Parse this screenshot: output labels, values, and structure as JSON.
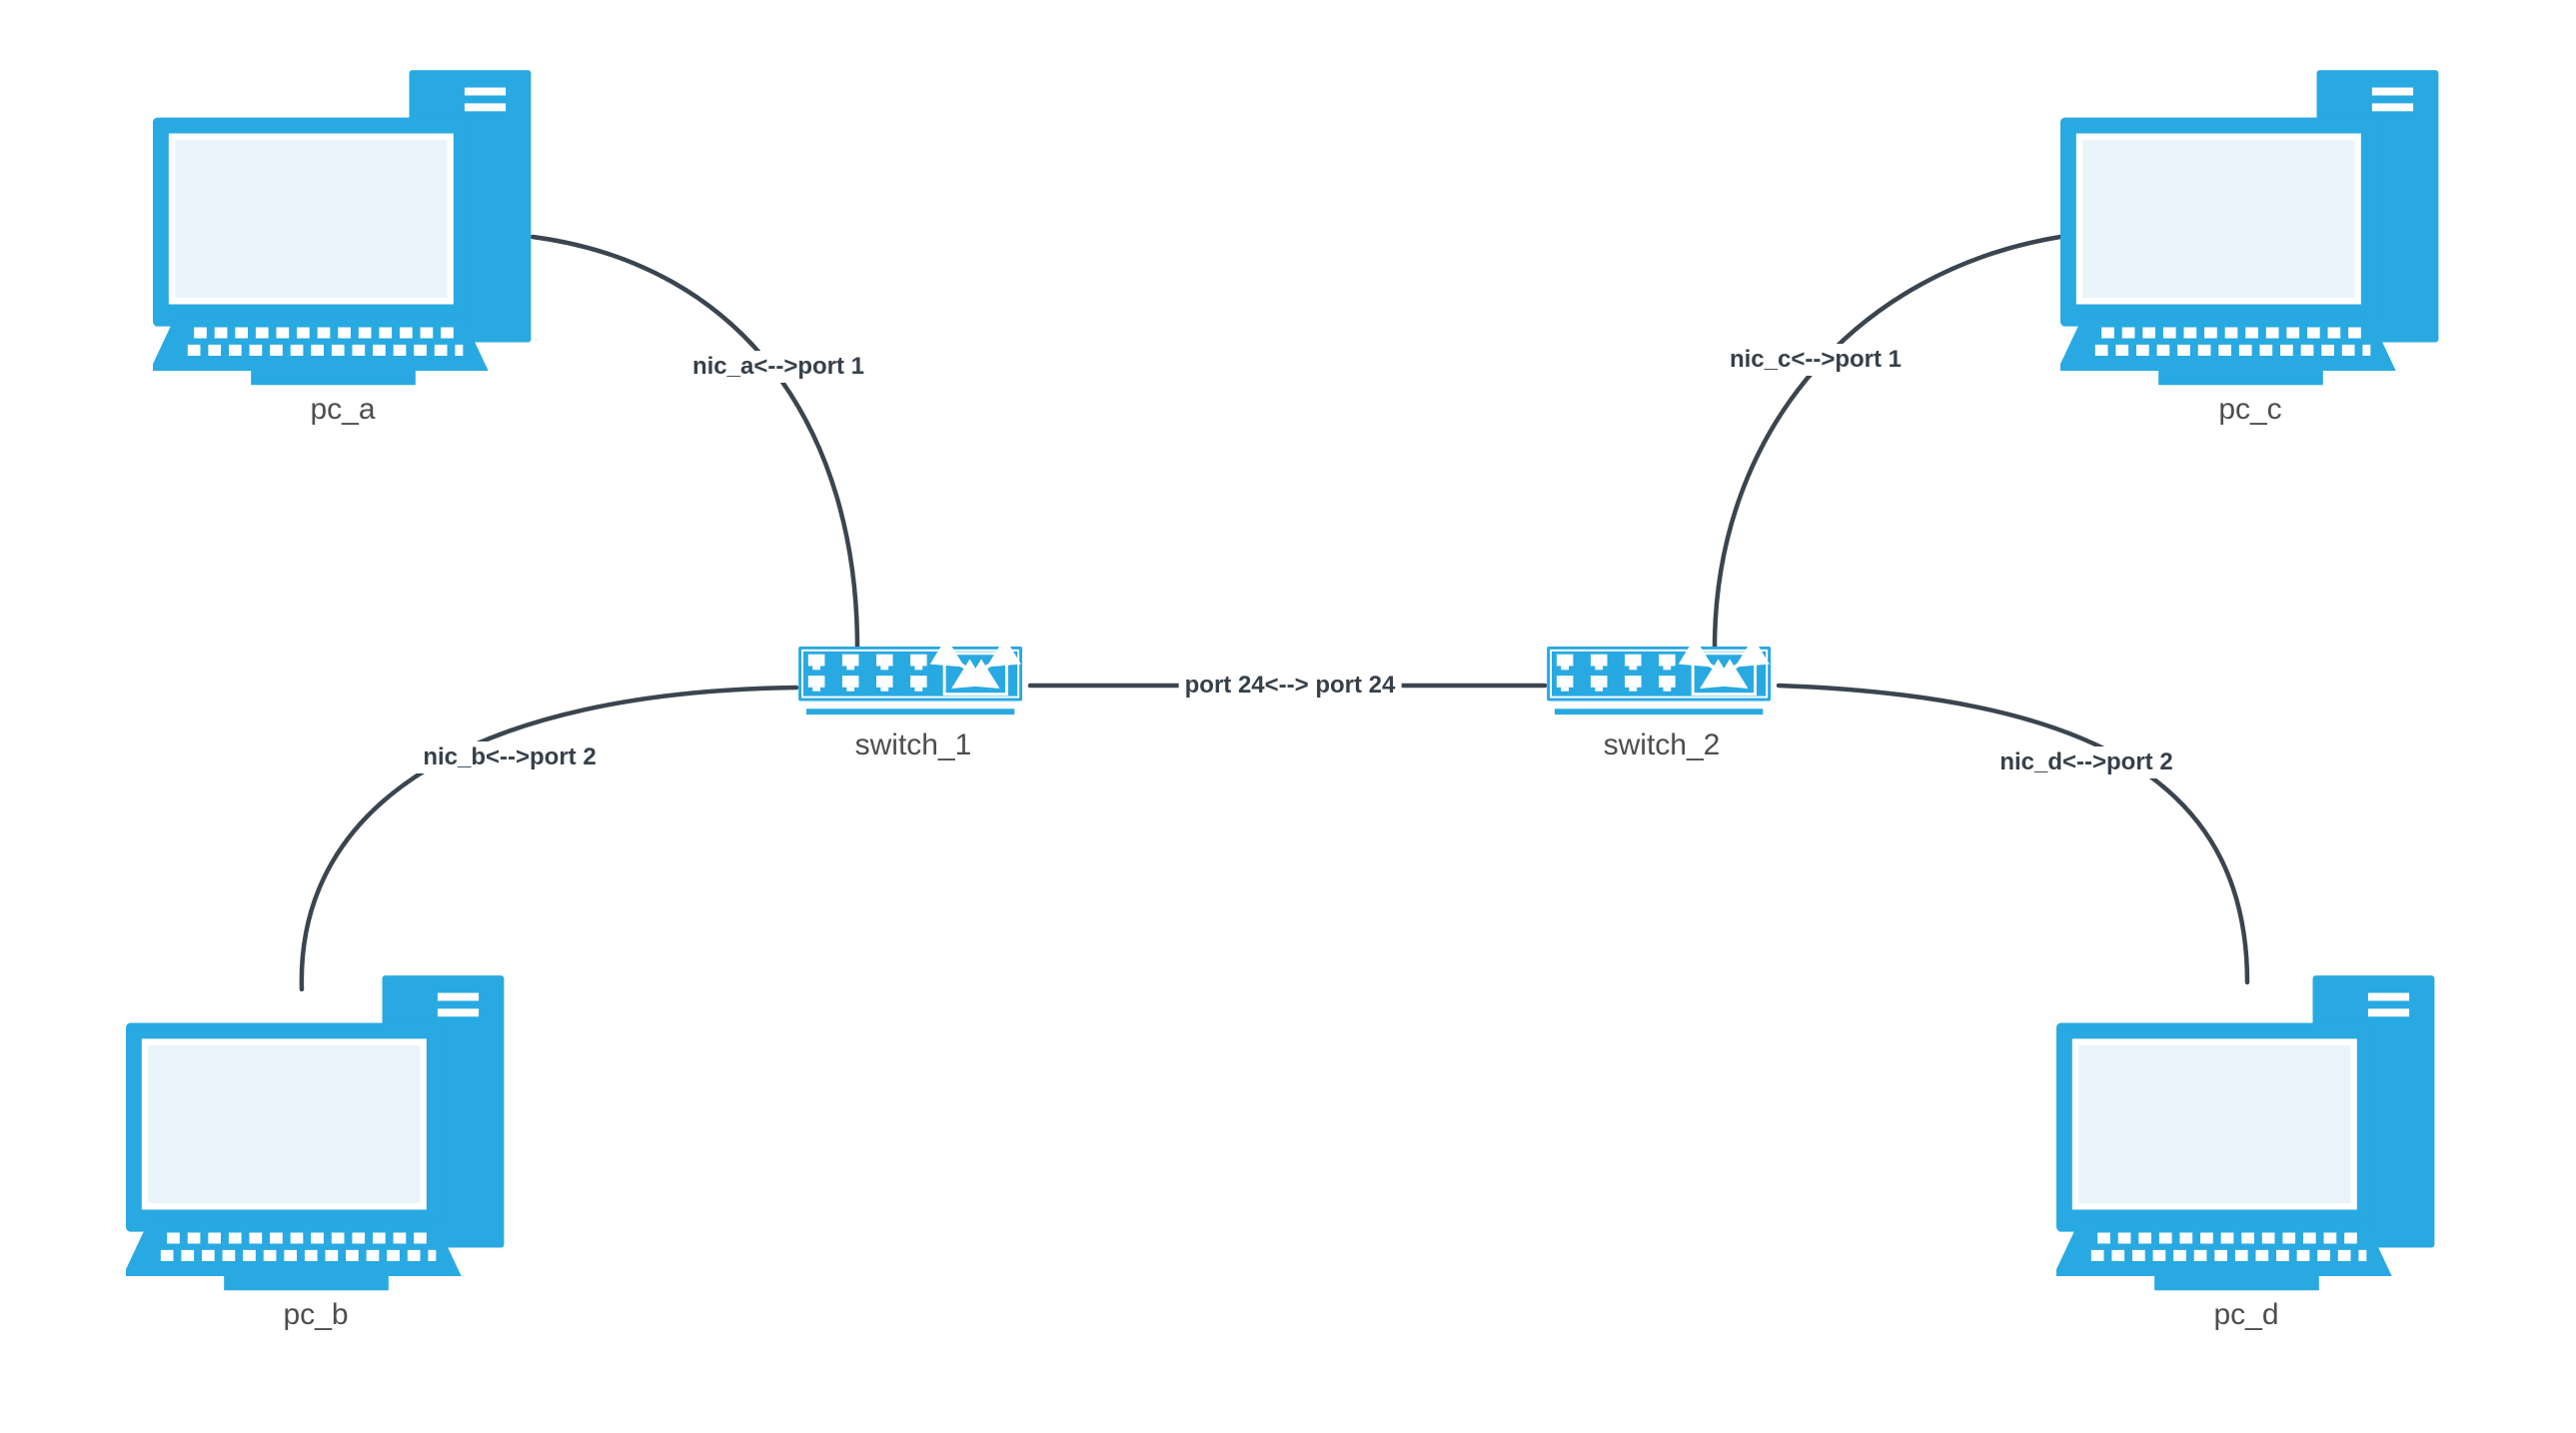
{
  "diagram": {
    "type": "network-topology",
    "colors": {
      "accent": "#29a9e1",
      "screen": "#e9f5fb",
      "line": "#3a4550",
      "node-label": "#4d4d4d",
      "edge-label": "#36404a",
      "bg": "#ffffff"
    },
    "nodes": [
      {
        "id": "pc_a",
        "type": "pc",
        "label": "pc_a"
      },
      {
        "id": "pc_b",
        "type": "pc",
        "label": "pc_b"
      },
      {
        "id": "pc_c",
        "type": "pc",
        "label": "pc_c"
      },
      {
        "id": "pc_d",
        "type": "pc",
        "label": "pc_d"
      },
      {
        "id": "switch_1",
        "type": "switch",
        "label": "switch_1"
      },
      {
        "id": "switch_2",
        "type": "switch",
        "label": "switch_2"
      }
    ],
    "edges": [
      {
        "from": "pc_a",
        "to": "switch_1",
        "label": "nic_a<-->port 1"
      },
      {
        "from": "pc_b",
        "to": "switch_1",
        "label": "nic_b<-->port 2"
      },
      {
        "from": "switch_1",
        "to": "switch_2",
        "label": "port 24<--> port 24"
      },
      {
        "from": "pc_c",
        "to": "switch_2",
        "label": "nic_c<-->port 1"
      },
      {
        "from": "pc_d",
        "to": "switch_2",
        "label": "nic_d<-->port 2"
      }
    ]
  }
}
